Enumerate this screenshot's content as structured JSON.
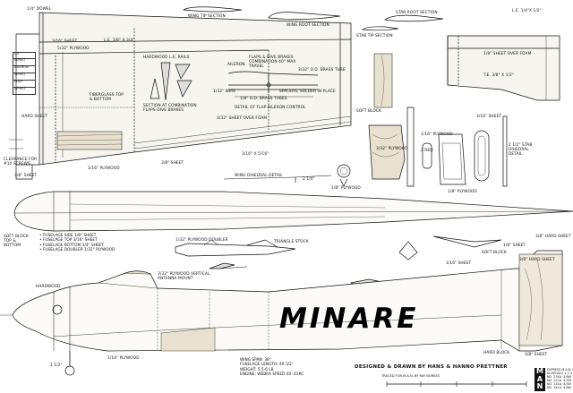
{
  "title": "MINARE",
  "credit": "DESIGNED & DRAWN BY HANS & HANNO PRETTNER",
  "credit_sub": "TRACED FOR M.A.N. BY RAY BORKES",
  "logo_letters": [
    "M",
    "A",
    "N"
  ],
  "schedule": "EXPRESS M.A.N. MAY 1974\nSCHEDULE 1 2 3\nNO. 27KA  3.6W\nNO. 121A  4.2W\nNO. 131A  4.5W\nNO. 141A  4.8W",
  "specs": [
    "WING SPAN:  38\"",
    "FUSELAGE LENGTH: 49 1/2\"",
    "WEIGHT:  5.5-6 LB",
    "ENGINE:  WEBRA SPEED 40-.61RC"
  ],
  "control_labels": [
    "L.E.",
    "SERVO",
    "AILERON",
    "SERVO",
    "FLAP",
    "SERVO"
  ],
  "notes": [
    "• FUSELAGE SIDE 1/8\" SHEET",
    "• FUSELAGE TOP 3/16\" SHEET",
    "• FUSELAGE BOTTOM 3/4\" SHEET",
    "• FUSELAGE DOUBLER 1/32\" PLYWOOD"
  ],
  "labels": {
    "dowel": "1/4\" DOWEL",
    "wing_tip": "WING TIP SECTION",
    "wing_root": "WING ROOT SECTION",
    "stab_root": "STAB ROOT SECTION",
    "stab_tip": "STAB TIP SECTION",
    "le_stab": "L.E. 1/4\"X 1/2\"",
    "sheet_316": "3/16\" SHEET",
    "ply_532": "5/32\" PLYWOOD",
    "le_wing": "L.E. 3/8\" X 3/4\"",
    "hw_rails": "HARDWOOD L.E. RAILS",
    "flaps_combo": "FLAPS & DIVE BRAKES COMBINATION 40° MAX TRAVEL",
    "aileron": "AILERON",
    "brass_tube": "3/32\" O.D. BRASS TUBE",
    "wire": "1/32\" WIRE",
    "spacers": "SPACERS, SOLDER IN PLACE",
    "brass_tubes": "1/8\" O.D. BRASS TUBES",
    "flap_detail": "DETAIL OF FLAP-AILERON CONTROL",
    "sheet_over_foam": "3/32\" SHEET OVER FOAM",
    "fiberglass": "FIBERGLASS TOP & BOTTOM",
    "section_comb": "SECTION AT COMBINATION FLAPS-DIVE BRAKES",
    "hard_sheet": "HARD SHEET",
    "clearance": "CLEARANCE FOR #10 SCREWS",
    "sheet_38": "3/8\" SHEET",
    "ply_116": "1/16\" PLYWOOD",
    "sheet_38b": "3/8\" SHEET",
    "sq_516": "3/16\" X 5/16\"",
    "dihedral": "WING DIHEDRAL DETAIL",
    "two_quarter": "2 1/4\"",
    "stab_sheet": "1/8\" SHEET OVER FOAM",
    "te_stab": "T.E. 3/8\" X 1/2\"",
    "soft_block": "SOFT BLOCK",
    "sheet_316b": "3/16\" SHEET",
    "stab_dihedral": "2 1/2\" STAB DIHEDRAL DETAIL",
    "ply_332": "3/32\" PLYWOOD",
    "ply_116b": "1/16\" PLYWOOD",
    "req2": "2 REQ",
    "ply_18": "1/8\" PLYWOOD",
    "ply_18b": "1/8\" PLYWOOD",
    "soft_block_tb": "SOFT BLOCK TOP & BOTTOM",
    "hard_sheet_38": "3/8\" HARD SHEET",
    "sheet_18": "1/8\" SHEET",
    "soft_block2": "SOFT BLOCK",
    "ply_doubler": "1/32\" PLYWOOD DOUBLER",
    "triangle": "TRIANGLE STOCK",
    "hard_sheet_38b": "3/8\" HARD SHEET",
    "sheet_116": "1/16\" SHEET",
    "ply_vertical": "3/32\" PLYWOOD VERTICAL ANTENNA MOUNT",
    "hardwood": "HARDWOOD",
    "ply_116c": "1/16\" PLYWOOD",
    "hard_block": "HARD BLOCK",
    "sheet_38c": "3/8\" SHEET",
    "half": "1 1/2\""
  }
}
